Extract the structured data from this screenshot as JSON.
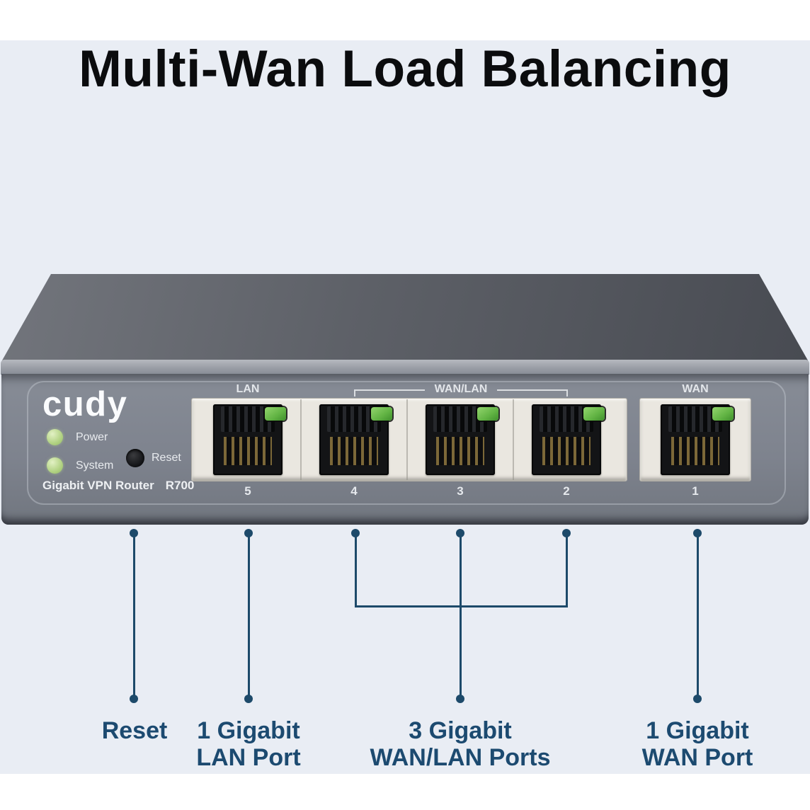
{
  "page": {
    "title": "Multi-Wan Load Balancing"
  },
  "device": {
    "brand": "cudy",
    "model_line": "Gigabit VPN Router",
    "model": "R700",
    "power_led_label": "Power",
    "system_led_label": "System",
    "reset_label": "Reset",
    "port_group_labels": {
      "lan": "LAN",
      "wanlan": "WAN/LAN",
      "wan": "WAN"
    },
    "port_numbers": [
      "5",
      "4",
      "3",
      "2",
      "1"
    ]
  },
  "callouts": {
    "reset": {
      "line1": "Reset"
    },
    "lan": {
      "line1": "1 Gigabit",
      "line2": "LAN Port"
    },
    "wanlan": {
      "line1": "3 Gigabit",
      "line2": "WAN/LAN Ports"
    },
    "wan": {
      "line1": "1 Gigabit",
      "line2": "WAN Port"
    }
  },
  "colors": {
    "background": "#e9edf4",
    "accent_navy": "#1d4a6a",
    "label_navy": "#1c4a70",
    "panel_gray": "#7e838e",
    "status_led_green": "#b2d283",
    "port_led_green": "#61b343"
  }
}
